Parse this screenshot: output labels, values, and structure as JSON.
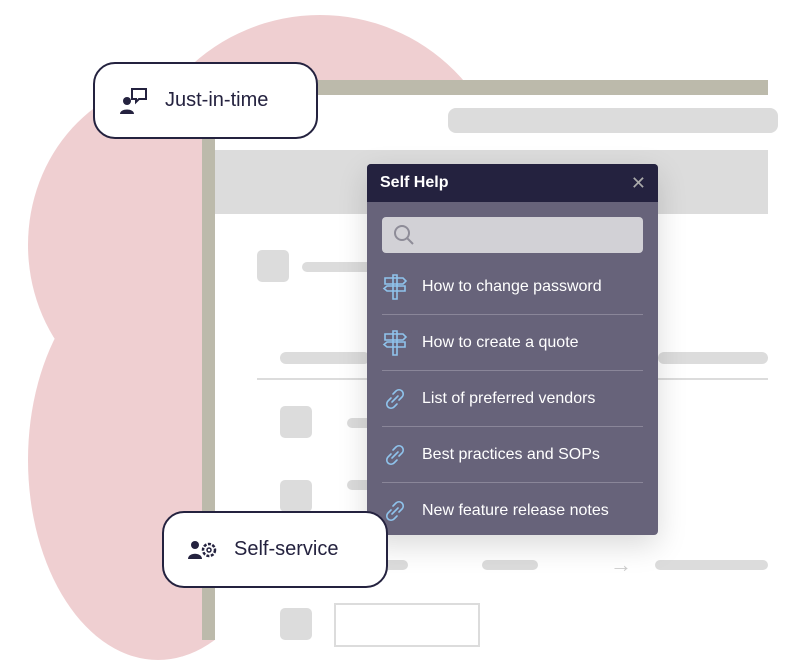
{
  "badges": {
    "just_in_time": "Just-in-time",
    "self_service": "Self-service"
  },
  "panel": {
    "title": "Self Help",
    "search_placeholder": "",
    "items": [
      {
        "label": "How to change password",
        "icon": "signpost-icon"
      },
      {
        "label": "How to create a quote",
        "icon": "signpost-icon"
      },
      {
        "label": "List of preferred vendors",
        "icon": "link-icon"
      },
      {
        "label": "Best practices and SOPs",
        "icon": "link-icon"
      },
      {
        "label": "New feature release notes",
        "icon": "link-icon"
      }
    ]
  },
  "colors": {
    "accent": "#24223f",
    "pink": "#efcfd1",
    "icon": "#8fc3ec"
  }
}
